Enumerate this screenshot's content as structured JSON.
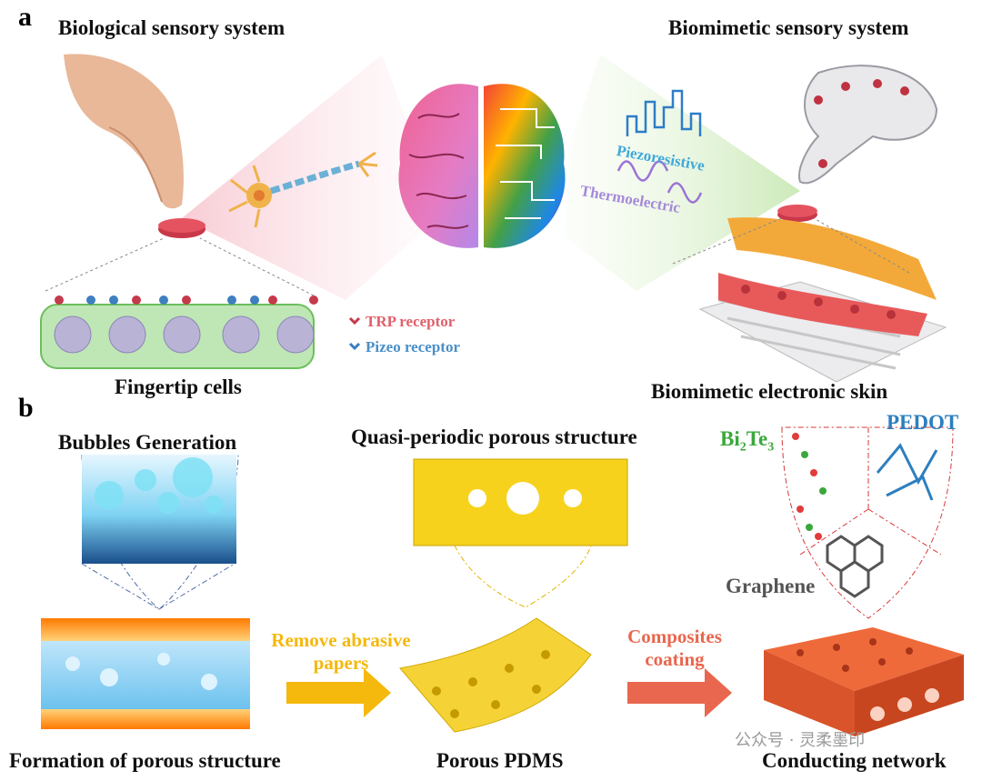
{
  "panel_a": {
    "letter": "a",
    "left_title": "Biological sensory system",
    "right_title": "Biomimetic sensory system",
    "fingertip_cells": "Fingertip cells",
    "trp_receptor": "TRP receptor",
    "pizeo_receptor": "Pizeo receptor",
    "piezoresistive": "Piezoresistive",
    "thermoelectric": "Thermoelectric",
    "eskin": "Biomimetic electronic skin"
  },
  "panel_b": {
    "letter": "b",
    "bubbles": "Bubbles Generation",
    "quasi": "Quasi-periodic porous structure",
    "bi_main": "Bi",
    "bi_sub1": "2",
    "bi_te": "Te",
    "bi_sub2": "3",
    "pedot": "PEDOT",
    "graphene": "Graphene",
    "remove_line1": "Remove abrasive",
    "remove_line2": "papers",
    "composites_line1": "Composites",
    "composites_line2": "coating",
    "formation": "Formation of porous structure",
    "porous_pdms": "Porous PDMS",
    "conducting": "Conducting network"
  },
  "watermark": "公众号 · 灵柔墨印",
  "colors": {
    "trp": "#e0606a",
    "pizeo": "#4a8fc8",
    "piezo_text": "#3fa9d8",
    "thermo_text": "#a58ad8",
    "yellow_arrow": "#f5b80c",
    "red_arrow": "#e8674e",
    "bite_green": "#3aa83a",
    "pedot_blue": "#2d7fbf",
    "graphene_gray": "#555555"
  }
}
